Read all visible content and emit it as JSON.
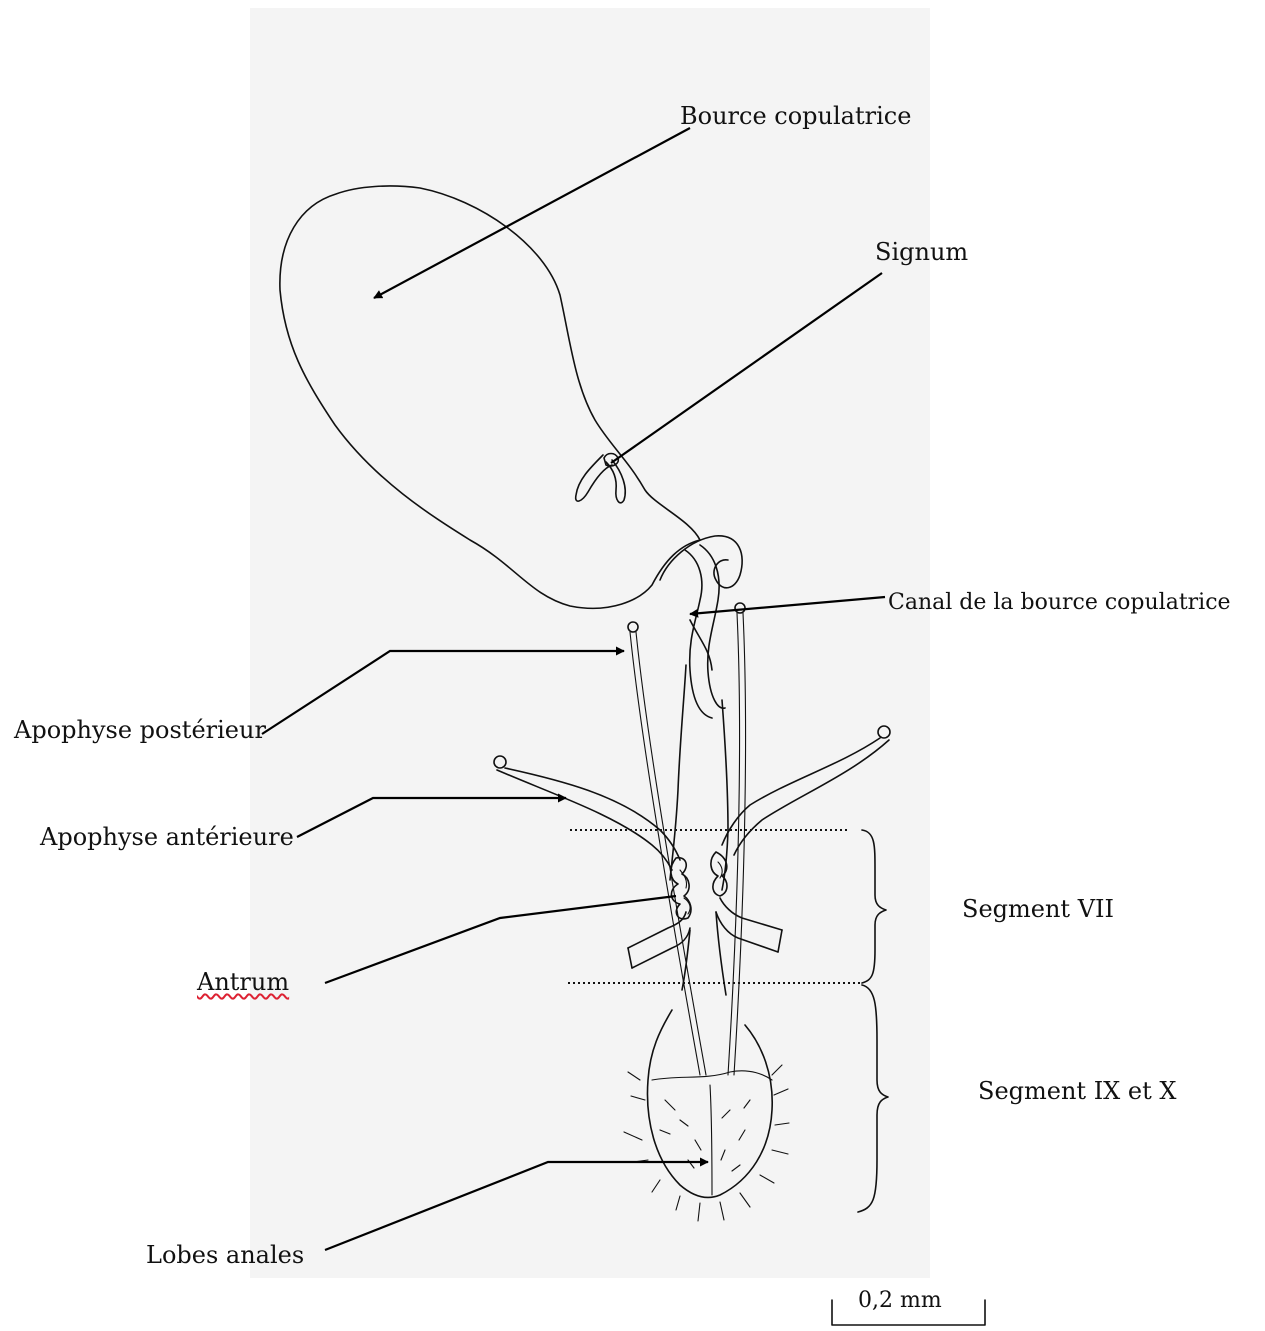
{
  "labels": {
    "bourse": "Bource copulatrice",
    "signum": "Signum",
    "canal": "Canal de la bource copulatrice",
    "apophyse_post": "Apophyse postérieur",
    "apophyse_ant": "Apophyse antérieure",
    "antrum": "Antrum",
    "segment_vii": "Segment VII",
    "segment_ix_x": "Segment IX et X",
    "lobes": "Lobes anales"
  },
  "scale_bar": {
    "label": "0,2 mm"
  }
}
